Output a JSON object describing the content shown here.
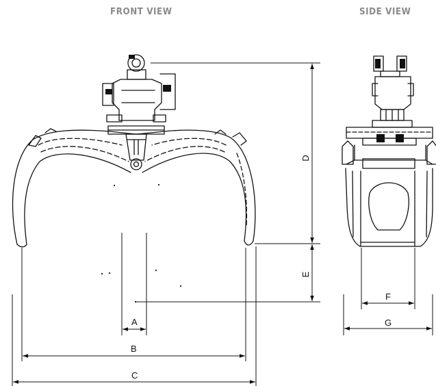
{
  "views": {
    "front": {
      "title": "FRONT VIEW"
    },
    "side": {
      "title": "SIDE VIEW"
    }
  },
  "dimensions": {
    "A": "A",
    "B": "B",
    "C": "C",
    "D": "D",
    "E": "E",
    "F": "F",
    "G": "G"
  },
  "colors": {
    "line": "#111111",
    "title": "#8a8a8a",
    "background": "#ffffff"
  }
}
